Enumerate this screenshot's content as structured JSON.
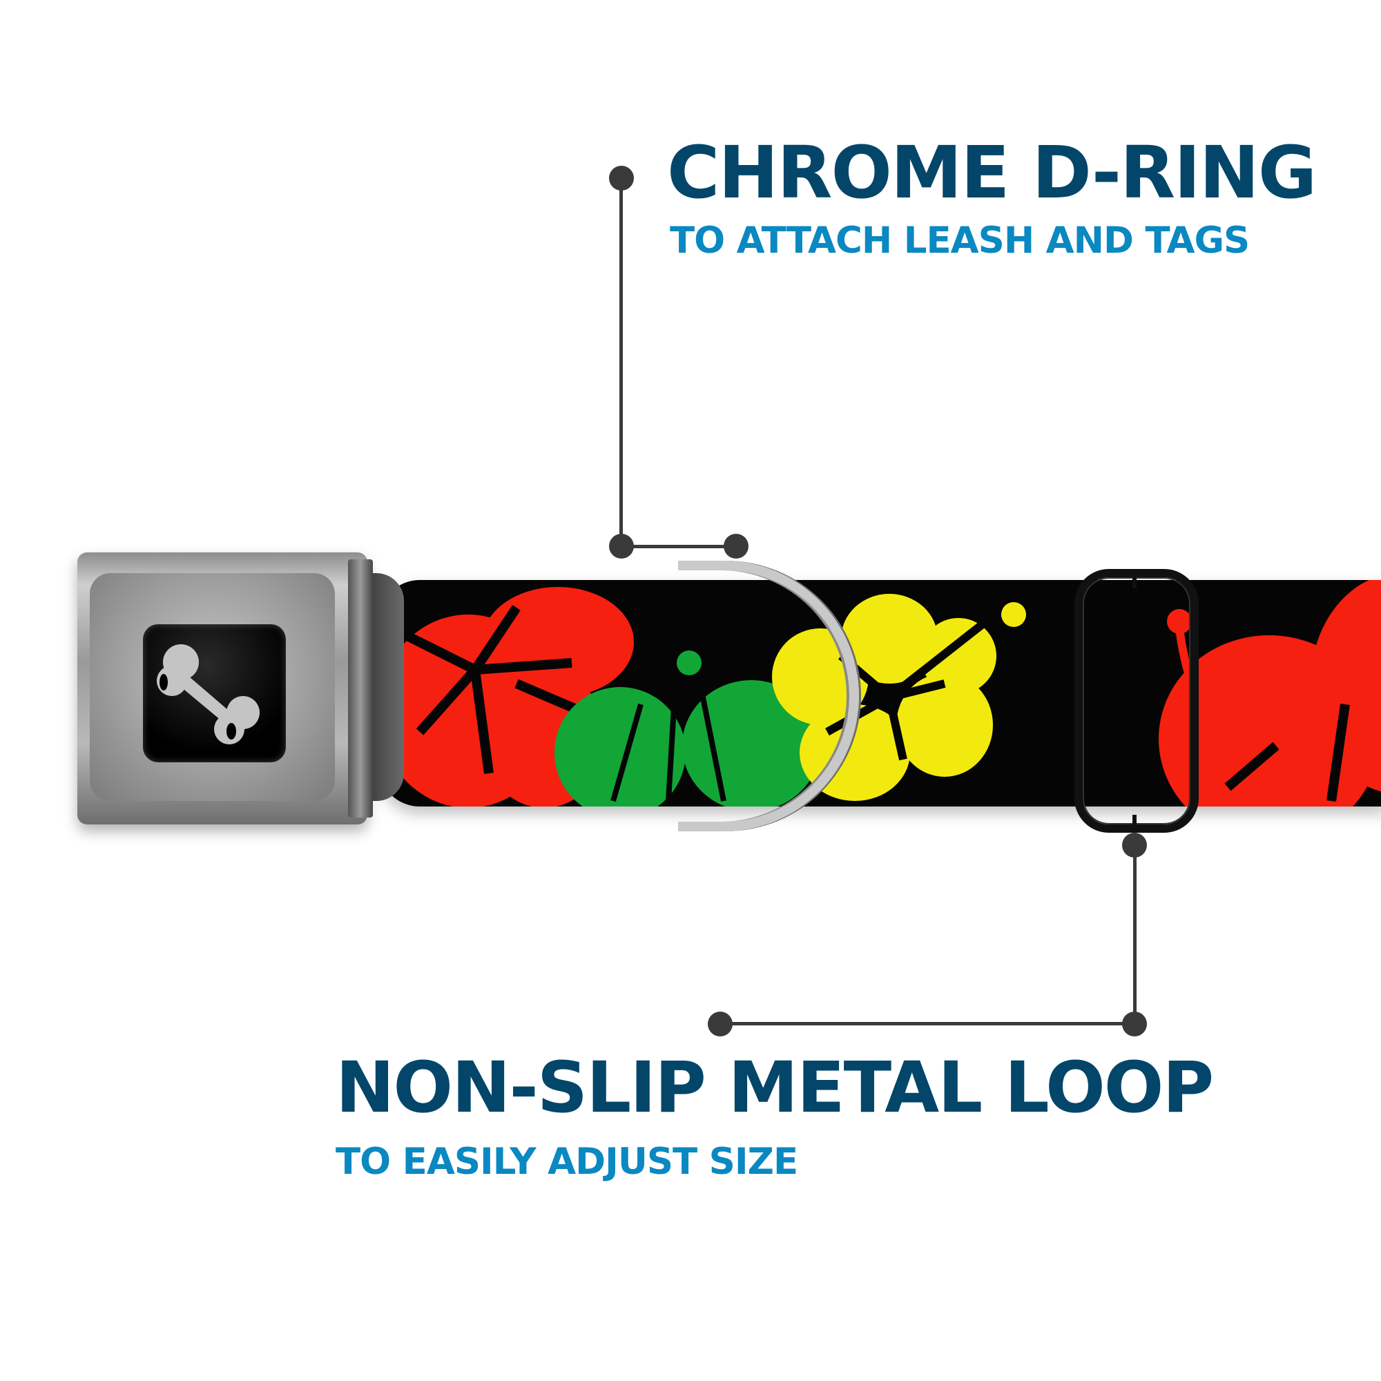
{
  "callouts": {
    "d_ring": {
      "title": "CHROME D-RING",
      "subtitle": "TO ATTACH LEASH AND TAGS"
    },
    "loop": {
      "title": "NON-SLIP METAL LOOP",
      "subtitle": "TO EASILY ADJUST SIZE"
    }
  },
  "product": {
    "buckle_icon": "bone-icon",
    "pattern": "hibiscus flowers",
    "flower_colors": [
      "#f5200f",
      "#12a637",
      "#f2ea0f",
      "#f5200f"
    ],
    "strap_color": "#050505"
  },
  "colors": {
    "title": "#03466a",
    "subtitle": "#0a88c2",
    "leader_line": "#3a3a3a"
  }
}
